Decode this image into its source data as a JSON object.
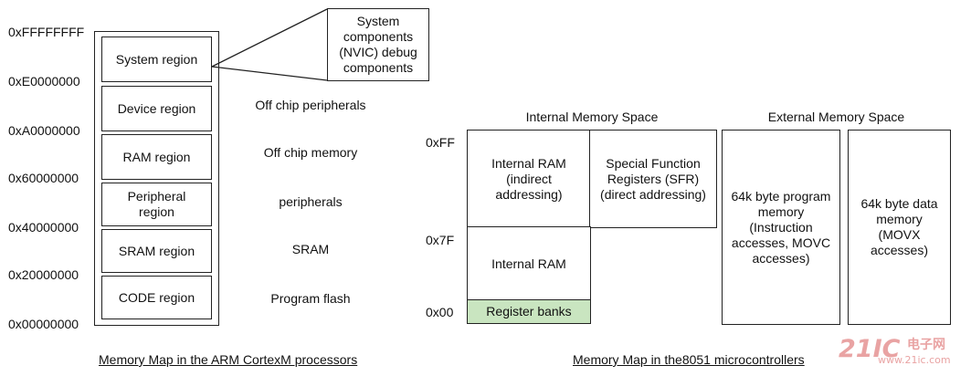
{
  "arm": {
    "addresses": [
      "0xFFFFFFFF",
      "0xE0000000",
      "0xA0000000",
      "0x60000000",
      "0x40000000",
      "0x20000000",
      "0x00000000"
    ],
    "regions": [
      "System region",
      "Device region",
      "RAM region",
      "Peripheral region",
      "SRAM region",
      "CODE region"
    ],
    "descriptions": [
      "Off chip peripherals",
      "Off chip memory",
      "peripherals",
      "SRAM",
      "Program flash"
    ],
    "callout": "System components (NVIC) debug components",
    "caption": "Memory Map in the ARM CortexM processors"
  },
  "i8051": {
    "internal_title": "Internal Memory Space",
    "external_title": "External Memory Space",
    "addresses": [
      "0xFF",
      "0x7F",
      "0x00"
    ],
    "internal_ram_indirect": "Internal RAM (indirect addressing)",
    "sfr": "Special Function Registers (SFR) (direct addressing)",
    "internal_ram": "Internal RAM",
    "register_banks": "Register banks",
    "program_memory": "64k byte program memory (Instruction accesses, MOVC accesses)",
    "data_memory": "64k byte data memory (MOVX accesses)",
    "caption": "Memory Map in the8051 microcontrollers"
  },
  "watermark": {
    "brand": "21IC",
    "site_cn": "电子网",
    "site_en": "www.21ic.com"
  },
  "colors": {
    "register_banks_fill": "#c9e5c0",
    "watermark": "#e9a3a3"
  }
}
